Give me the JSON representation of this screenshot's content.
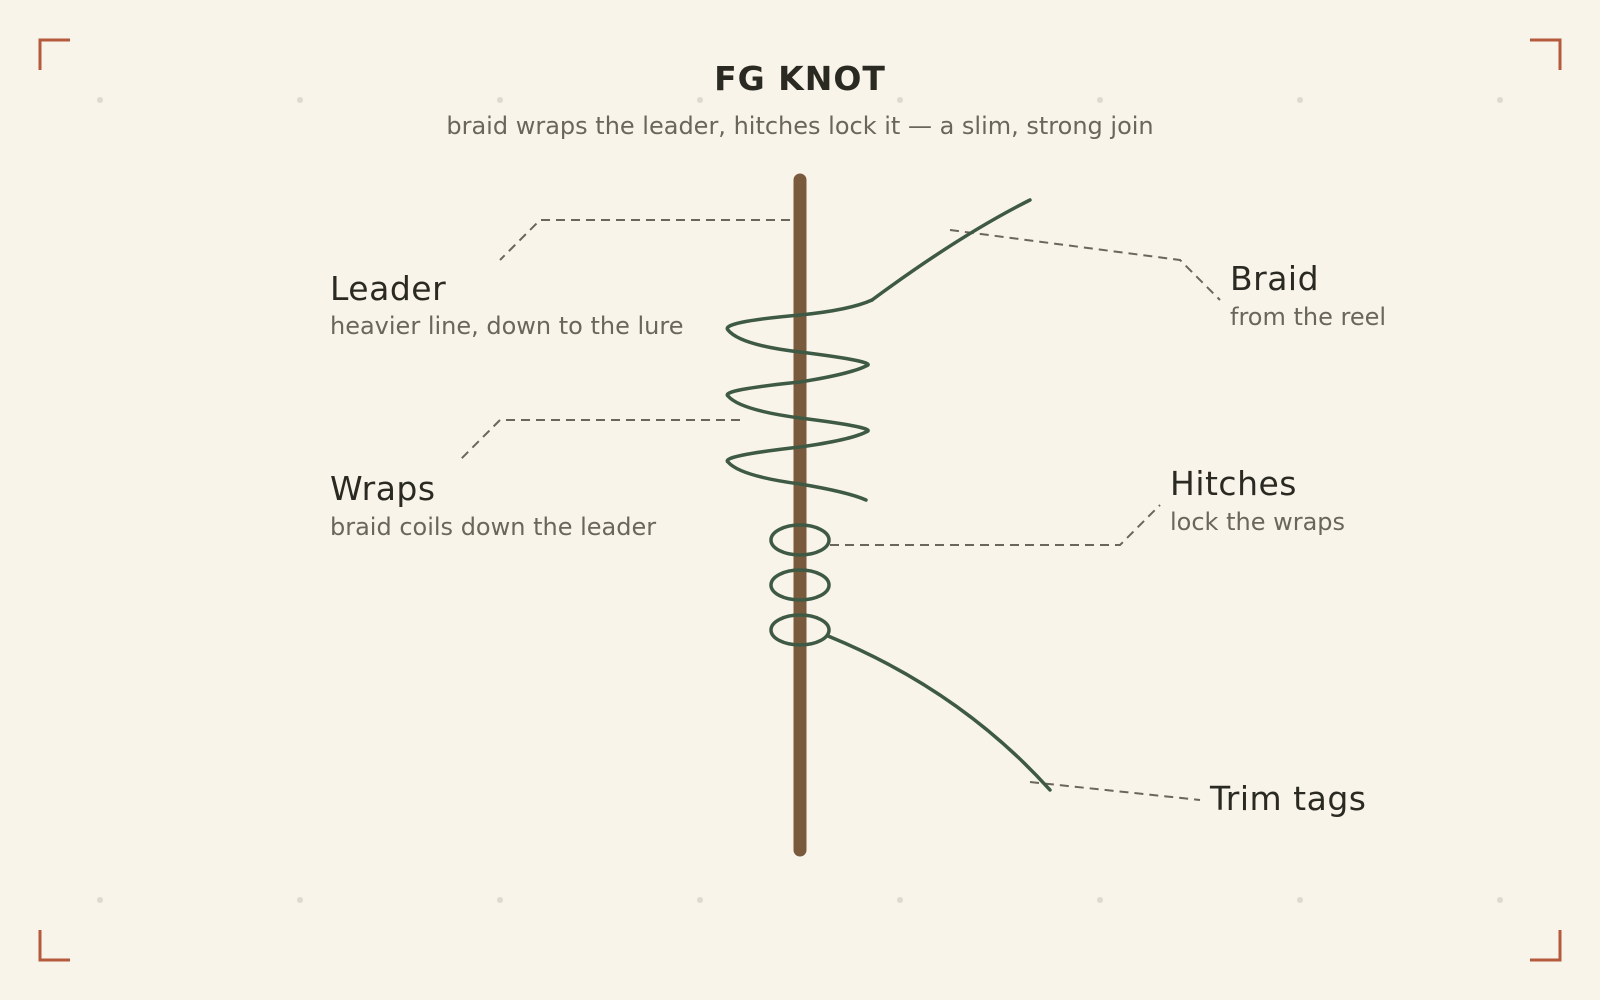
{
  "title": "FG KNOT",
  "subtitle": "braid wraps the leader, hitches lock it — a slim, strong join",
  "callouts": {
    "leader": {
      "label": "Leader",
      "desc": "heavier line, down to the lure"
    },
    "wraps": {
      "label": "Wraps",
      "desc": "braid coils down the leader"
    },
    "braid": {
      "label": "Braid",
      "desc": "from the reel"
    },
    "hitches": {
      "label": "Hitches",
      "desc": "lock the wraps"
    },
    "trim_tags": {
      "label": "Trim tags"
    }
  },
  "colors": {
    "background": "#f8f4ea",
    "leader_line": "#7a5a3c",
    "braid_line": "#3e5a44",
    "frame_accent": "#b65a3e",
    "text_primary": "#2b2a22",
    "text_secondary": "#6a665c",
    "leader_dash": "#6a665c",
    "grid_dot": "#dedad0"
  },
  "icons": {
    "corner_brackets": "corner-bracket-icon",
    "grid_dots": "dot"
  }
}
